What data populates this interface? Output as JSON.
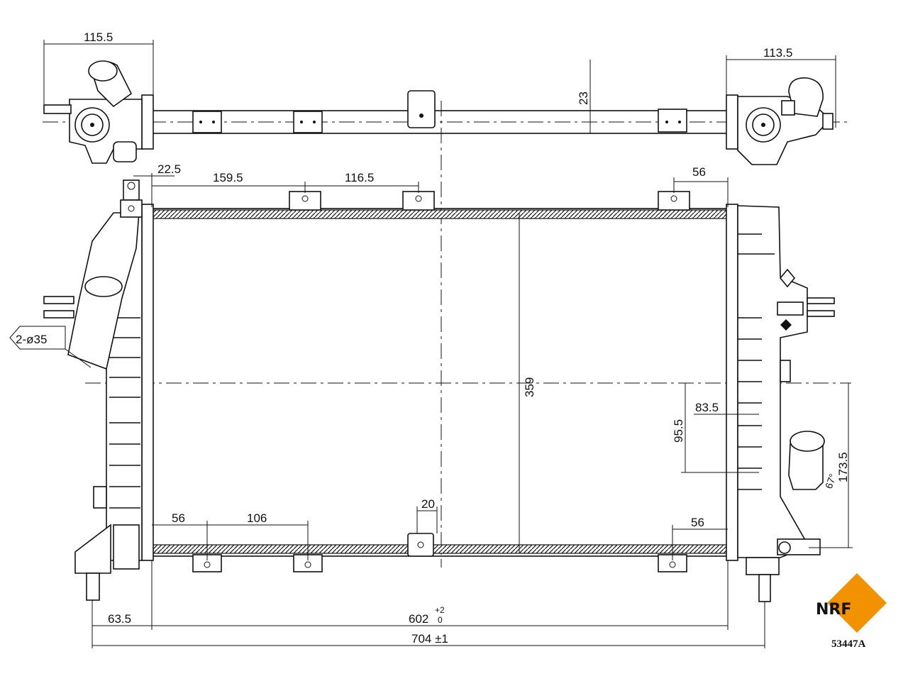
{
  "dimensions": {
    "top_left_width": "115.5",
    "top_right_width": "113.5",
    "top_height": "23",
    "offset_left": "22.5",
    "bracket_1": "159.5",
    "bracket_2": "116.5",
    "bracket_right_top": "56",
    "core_height": "359",
    "hole_spec": "2-ø35",
    "right_outlet_a": "83.5",
    "right_outlet_b": "95.5",
    "right_outlet_c": "173.5",
    "bottom_bracket_1": "56",
    "bottom_bracket_2": "106",
    "bottom_center": "20",
    "bracket_right_bottom": "56",
    "left_pin": "63.5",
    "core_width_main": "602",
    "core_width_tol_upper": "+2",
    "core_width_tol_lower": "0",
    "overall_width": "704 ±1",
    "angle": "67°"
  },
  "brand": {
    "logo": "NRF",
    "part_number": "53447A",
    "accent_color": "#f39200"
  }
}
